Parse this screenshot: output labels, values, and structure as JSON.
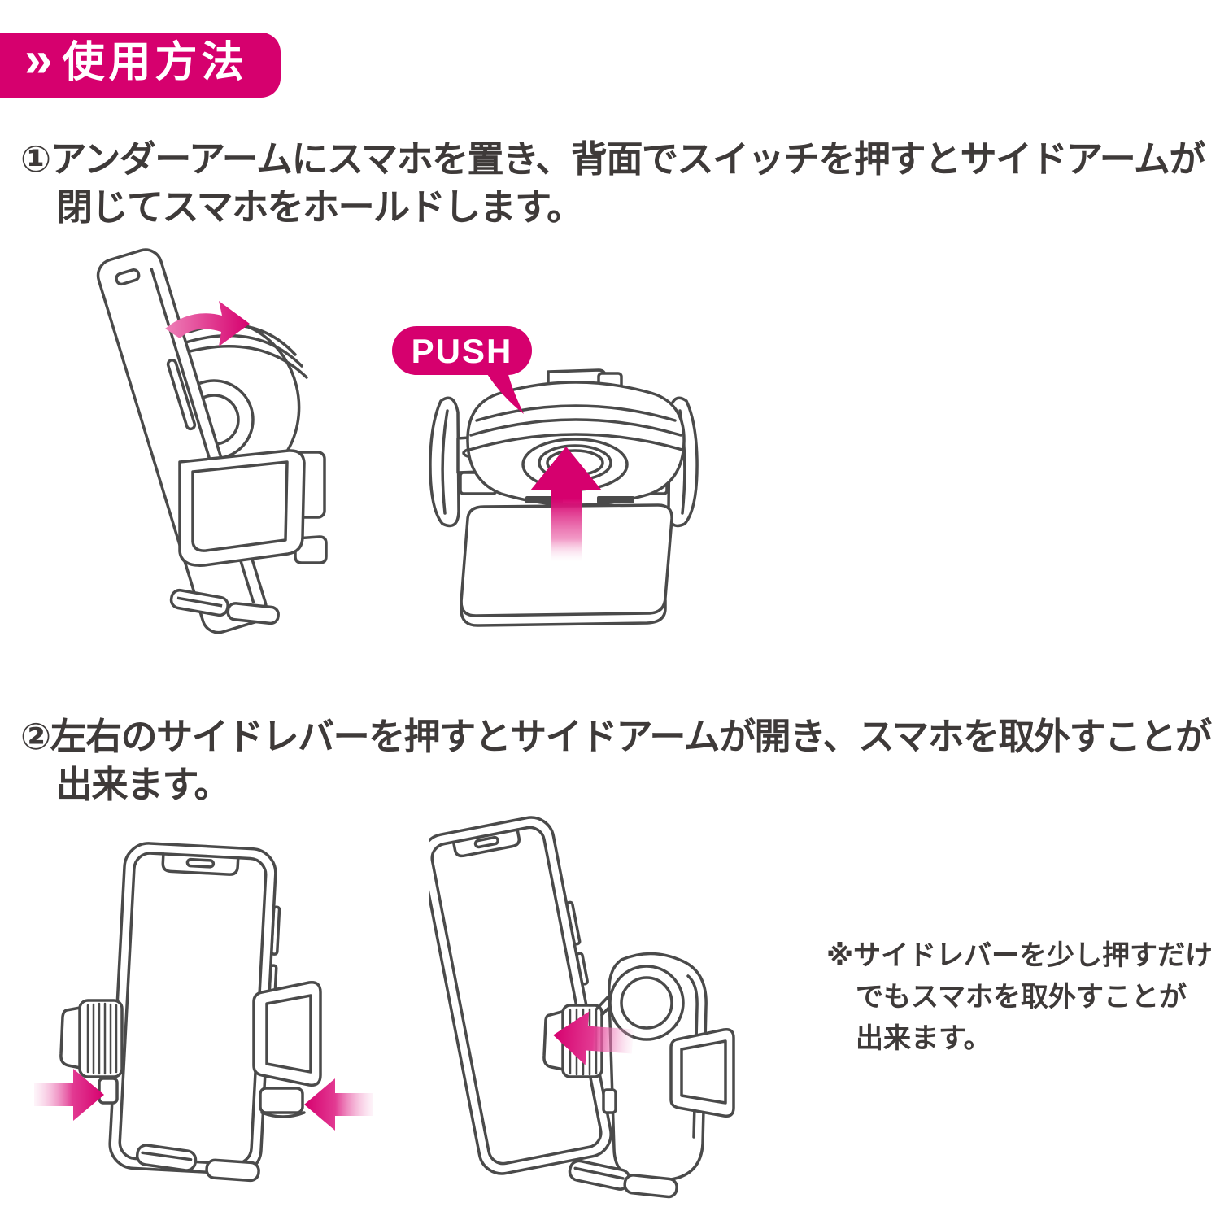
{
  "header": {
    "chevrons": "»",
    "title": "使用方法"
  },
  "steps": [
    {
      "number": "①",
      "line1": "アンダーアームにスマホを置き、背面でスイッチを押すとサイドアームが",
      "line2": "閉じてスマホをホールドします。"
    },
    {
      "number": "②",
      "line1": "左右のサイドレバーを押すとサイドアームが開き、スマホを取外すことが",
      "line2": "出来ます。"
    }
  ],
  "push": {
    "label": "PUSH"
  },
  "note": {
    "marker": "※",
    "lines": [
      "サイドレバーを少し押すだけ",
      "でもスマホを取外すことが",
      "出来ます。"
    ]
  },
  "colors": {
    "accent": "#d6006e",
    "text": "#3e3a39",
    "line_art": "#4a4a4a",
    "background": "#ffffff"
  },
  "icons": {
    "badge_chevron": "double-right-chevron",
    "step1_arrow": "curved-arrow-down-right",
    "step1_push_arrow": "up-arrow-gradient",
    "step2_left_arrow": "right-arrow-gradient",
    "step2_right_arrow": "left-arrow-gradient",
    "step2_release_arrow": "left-arrow-gradient"
  }
}
